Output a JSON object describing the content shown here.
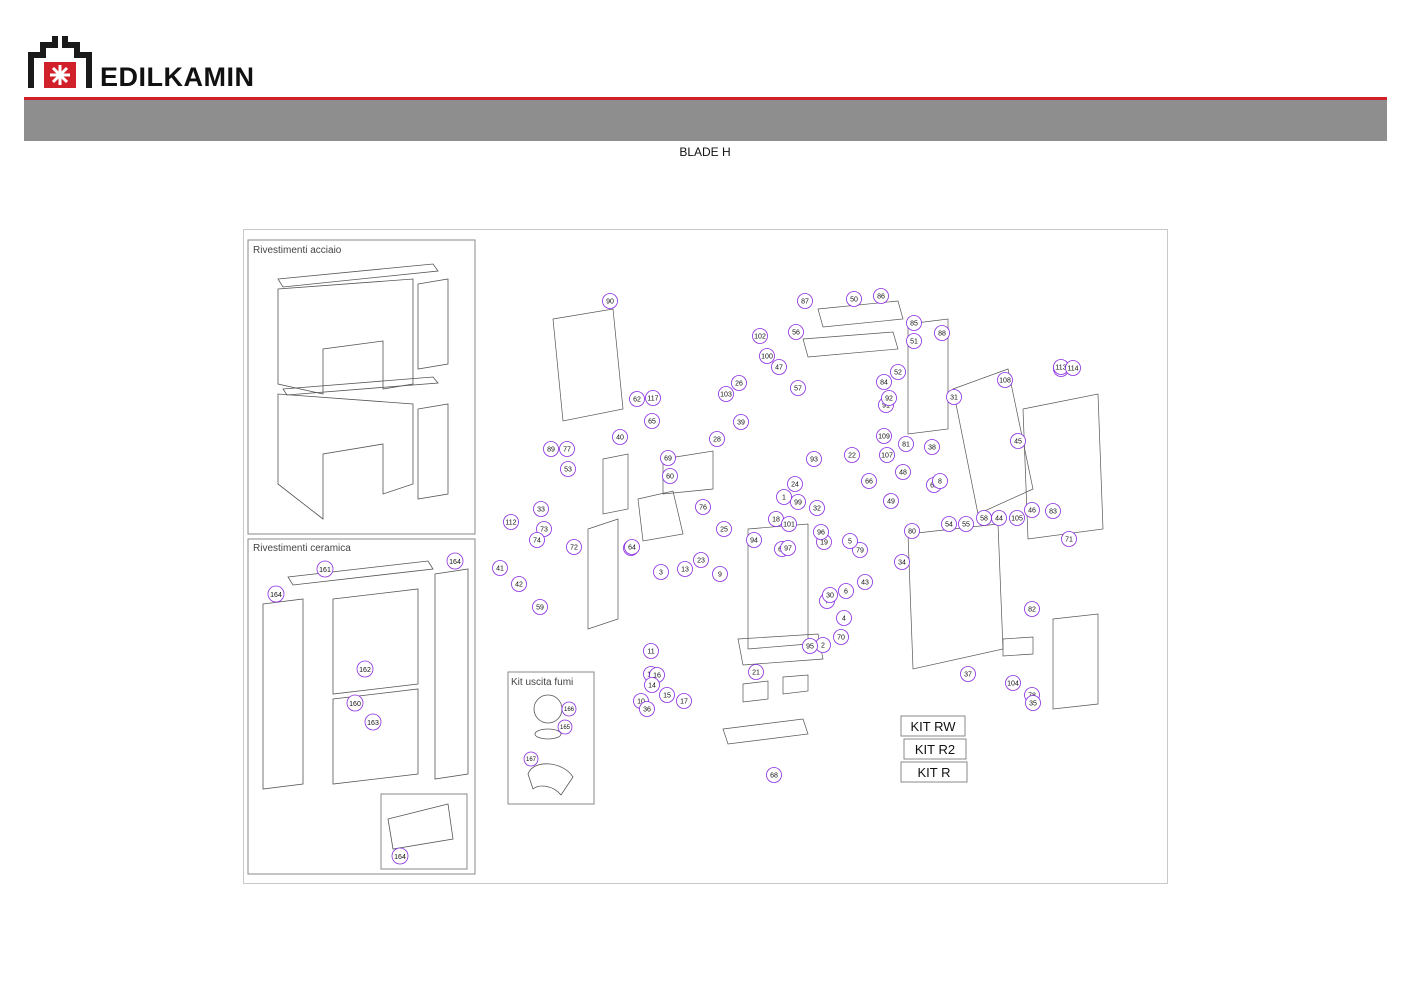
{
  "brand": {
    "name": "EDILKAMIN",
    "colors": {
      "red": "#d0202a",
      "dark": "#1a1a1a",
      "band": "#8e8e8e"
    }
  },
  "model_title": "BLADE H",
  "panels": {
    "steel_cladding": {
      "title": "Rivestimenti acciaio"
    },
    "ceramic_cladding": {
      "title": "Rivestimenti ceramica",
      "labels": [
        "164",
        "161",
        "164",
        "162",
        "160",
        "163",
        "164"
      ]
    },
    "flue_kit": {
      "title": "Kit uscita fumi",
      "labels": [
        "166",
        "165",
        "167"
      ]
    }
  },
  "kits": [
    "KIT RW",
    "KIT R2",
    "KIT R"
  ],
  "part_numbers": [
    "90",
    "87",
    "50",
    "86",
    "85",
    "51",
    "47",
    "88",
    "102",
    "56",
    "100",
    "26",
    "103",
    "39",
    "28",
    "57",
    "52",
    "84",
    "91",
    "92",
    "31",
    "108",
    "110",
    "45",
    "81",
    "38",
    "61",
    "49",
    "48",
    "8",
    "54",
    "55",
    "58",
    "44",
    "105",
    "46",
    "83",
    "71",
    "24",
    "80",
    "89",
    "77",
    "40",
    "65",
    "62",
    "117",
    "53",
    "69",
    "60",
    "33",
    "112",
    "73",
    "74",
    "41",
    "42",
    "59",
    "72",
    "63",
    "3",
    "64",
    "6",
    "7",
    "4",
    "13",
    "11",
    "12",
    "15",
    "16",
    "17",
    "14",
    "10",
    "36",
    "2",
    "95",
    "21",
    "79",
    "70",
    "82",
    "78",
    "104",
    "35",
    "37",
    "68",
    "67",
    "25",
    "23",
    "9",
    "94",
    "97",
    "18",
    "19",
    "5",
    "43",
    "30",
    "101",
    "32",
    "93",
    "96",
    "22",
    "34",
    "109",
    "107",
    "66",
    "76",
    "99",
    "1",
    "113",
    "114"
  ]
}
